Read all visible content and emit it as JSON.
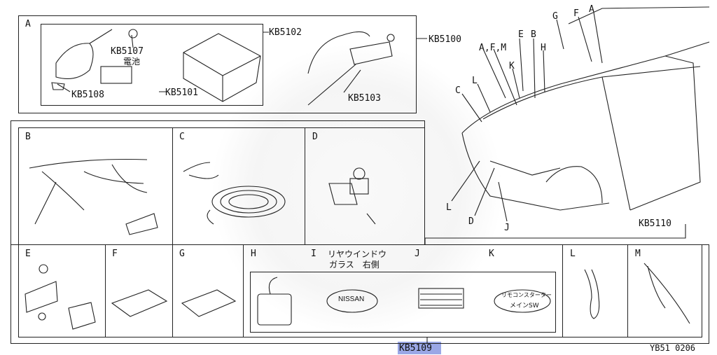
{
  "parts": {
    "kit_top": "KB5100",
    "kit_a_case": "KB5102",
    "battery_code": "KB5107",
    "battery_jp": "電池",
    "remote_code": "KB5108",
    "control_unit": "KB5101",
    "antenna": "KB5103",
    "kit_bottom": "KB5109",
    "kit_right": "KB5110"
  },
  "sections": {
    "a": "A",
    "b": "B",
    "c": "C",
    "d": "D",
    "e": "E",
    "f": "F",
    "g": "G",
    "h": "H",
    "i": "I",
    "j": "J",
    "k": "K",
    "l": "L",
    "m": "M"
  },
  "section_i_title_1": "リヤウインドウ",
  "section_i_title_2": "ガラス　右側",
  "stickers": {
    "nissan": "NISSAN",
    "remote_starter_1": "リモコンスターター",
    "remote_starter_2": "メインSW"
  },
  "car_callouts": {
    "afm": "A,F,M",
    "e": "E",
    "b": "B",
    "g": "G",
    "f": "F",
    "a": "A",
    "h": "H",
    "k": "K",
    "c": "C",
    "l": "L",
    "l2": "L",
    "d": "D",
    "j": "J"
  },
  "diagram_code": "YB51 0206"
}
